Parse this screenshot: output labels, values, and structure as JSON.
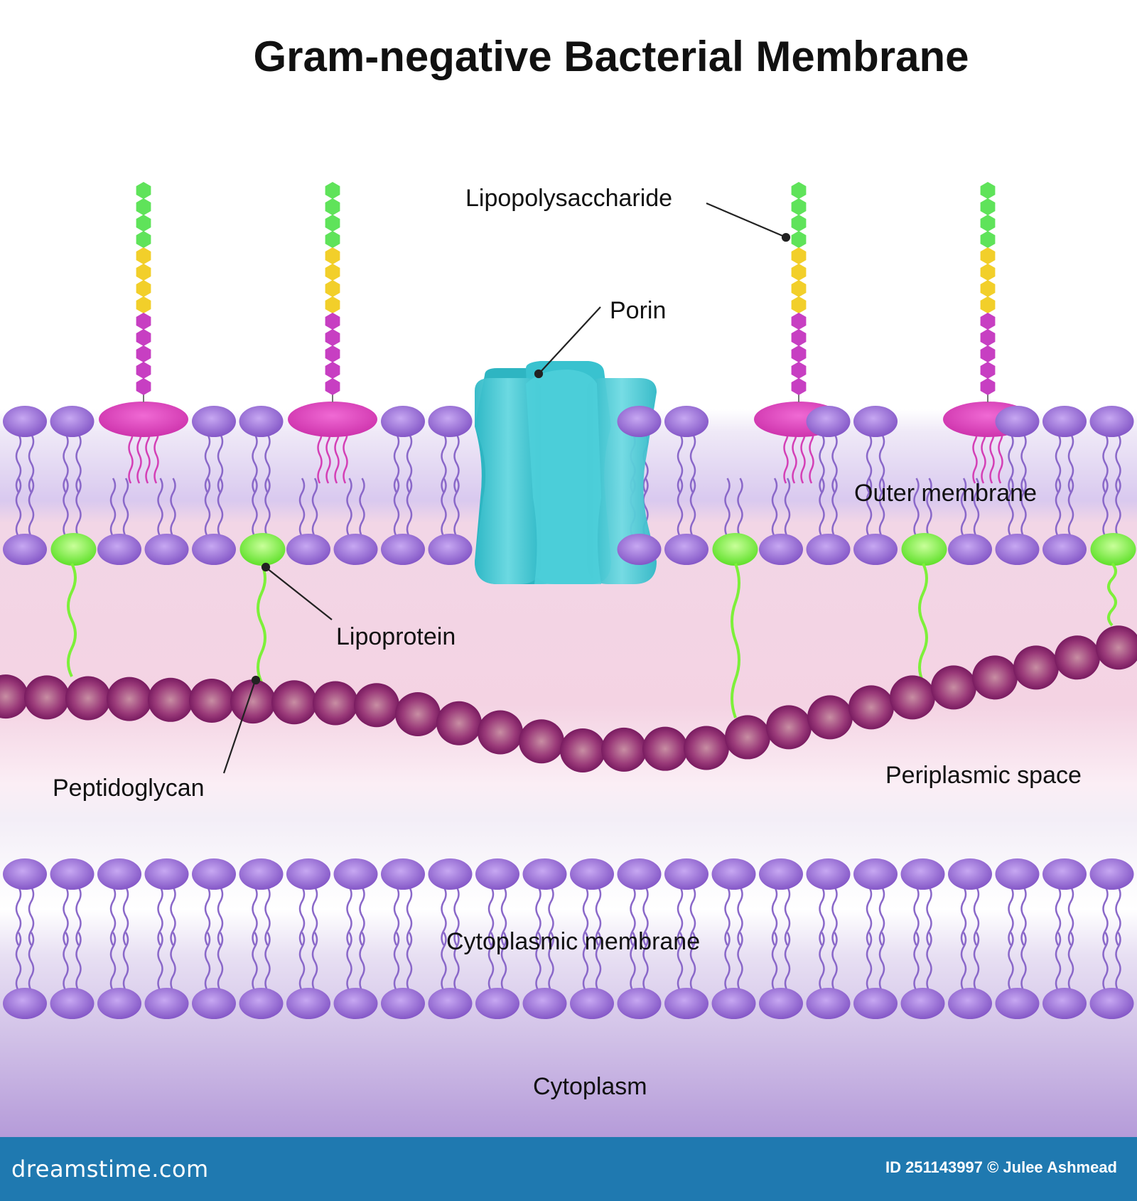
{
  "title": "Gram-negative Bacterial Membrane",
  "labels": {
    "lipopolysaccharide": "Lipopolysaccharide",
    "porin": "Porin",
    "outer_membrane": "Outer membrane",
    "lipoprotein": "Lipoprotein",
    "peptidoglycan": "Peptidoglycan",
    "periplasmic_space": "Periplasmic space",
    "cytoplasmic_membrane": "Cytoplasmic membrane",
    "cytoplasm": "Cytoplasm"
  },
  "footer": {
    "brand": "dreamstime.com",
    "credit": "ID 251143997 © Julee Ashmead"
  },
  "colors": {
    "phospholipid_head": "#9b6fd6",
    "lps_anchor": "#d93fb9",
    "sugar_green": "#5fe35a",
    "sugar_yellow": "#f2cf2a",
    "sugar_magenta": "#c73fc2",
    "porin": "#3ec8d3",
    "lipoprotein": "#7df03a",
    "peptidoglycan": "#8c1f6e",
    "footer": "#1f79b0"
  }
}
